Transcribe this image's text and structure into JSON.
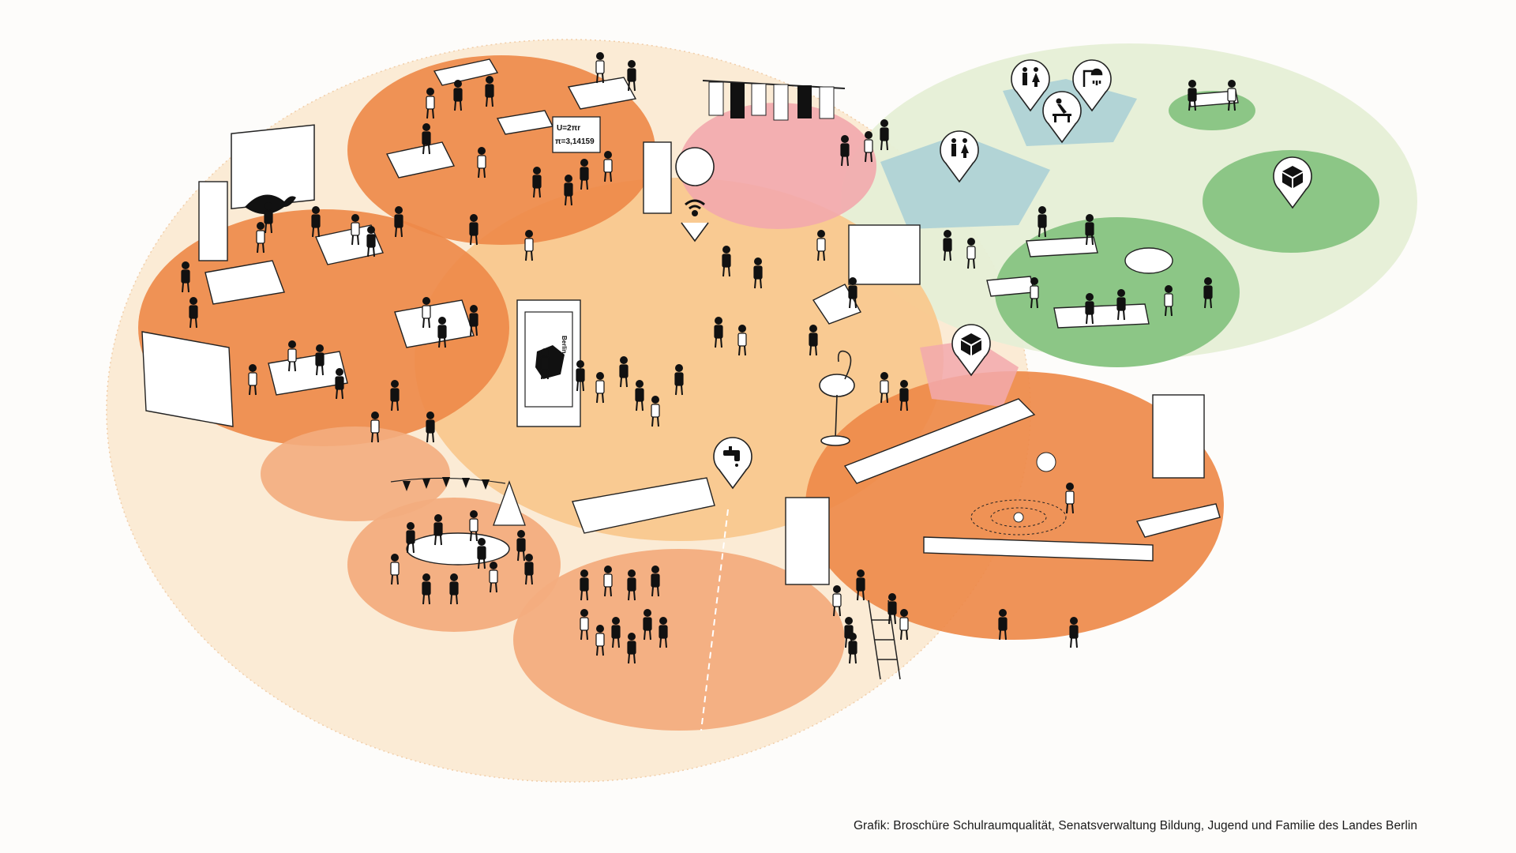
{
  "credit": "Grafik: Broschüre Schulraumqualität, Senatsverwaltung Bildung, Jugend und Familie des Landes Berlin",
  "board_texts": {
    "formula_line1": "U=2πr",
    "formula_line2": "π=3,14159",
    "map_label": "Berlin"
  },
  "colors": {
    "outer_area": "#fbead2",
    "learning_cluster": "#ee8a4a",
    "learning_cluster_light": "#f3ad7e",
    "central_forum": "#f9c88e",
    "wardrobe": "#f2a9ad",
    "sanitary": "#a8cfd6",
    "staff_area": "#e6efd6",
    "staff_room": "#8cc686",
    "figure": "#111111"
  },
  "icons": [
    "wifi-icon",
    "toilet-icon",
    "shower-icon",
    "changing-table-icon",
    "box-icon",
    "tap-icon"
  ]
}
